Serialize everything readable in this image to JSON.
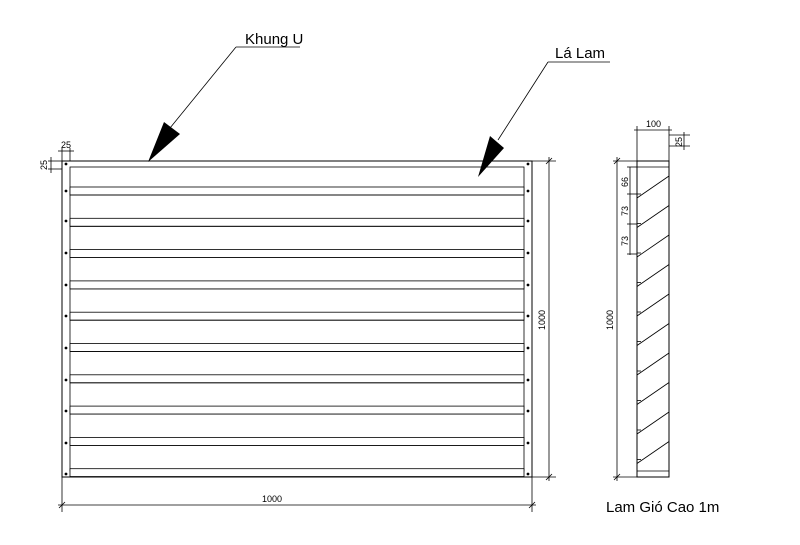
{
  "labels": {
    "frame_label": "Khung U",
    "slat_label": "Lá Lam",
    "title": "Lam Gió Cao 1m"
  },
  "front_view": {
    "width_dim": "1000",
    "height_dim": "1000",
    "frame_w_dim": "25",
    "frame_h_dim": "25"
  },
  "side_view": {
    "depth_dim": "100",
    "top_dim": "25",
    "height_dim": "1000",
    "pitch_dims": [
      "66",
      "73",
      "73"
    ]
  },
  "colors": {
    "line": "#000000",
    "background": "#ffffff"
  }
}
